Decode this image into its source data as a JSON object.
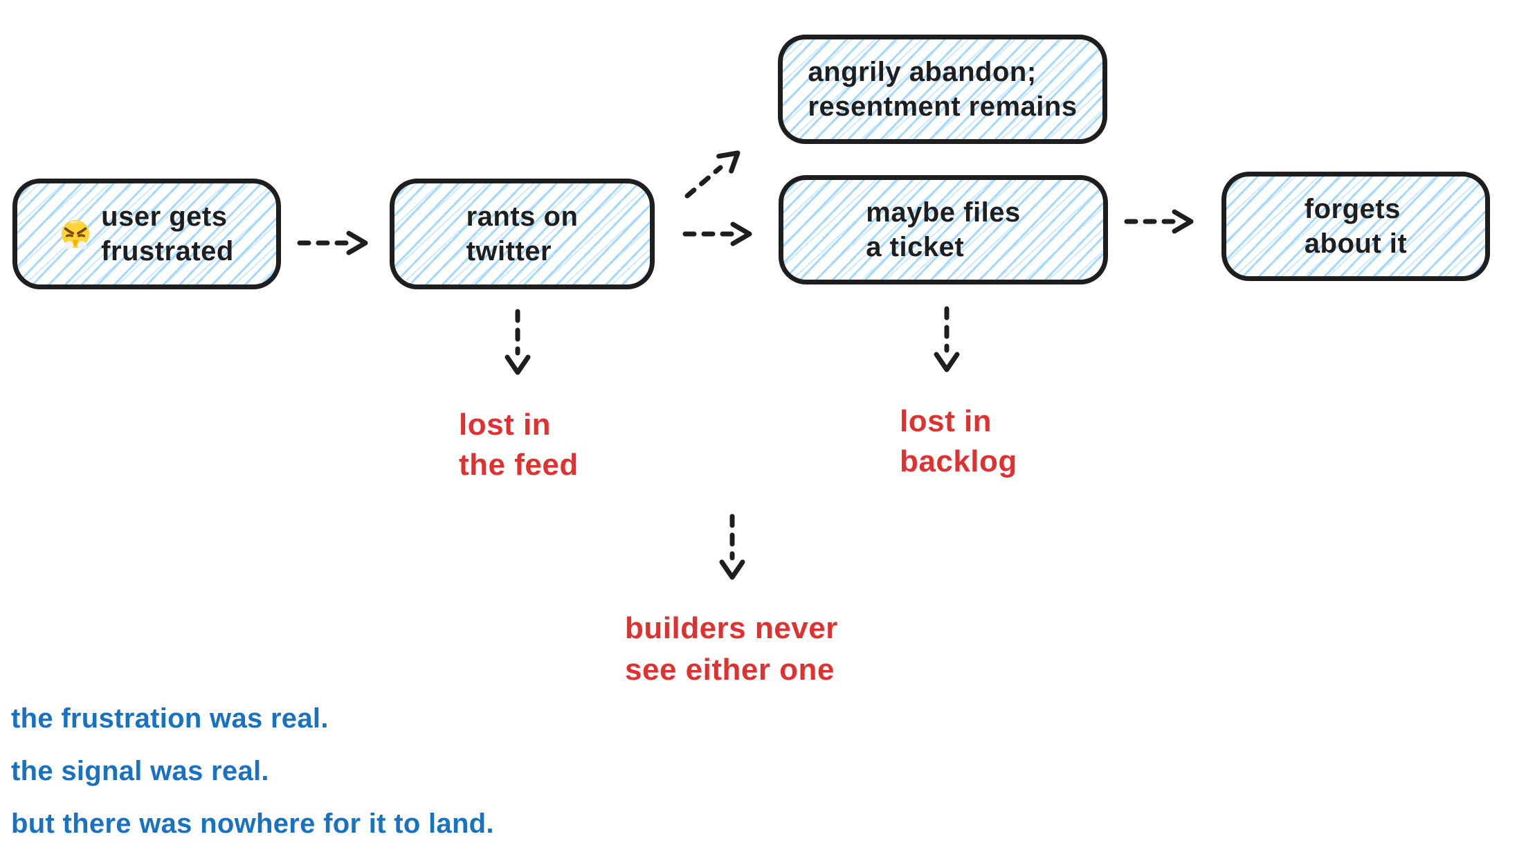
{
  "diagram": {
    "nodes": [
      {
        "name": "user-gets-frustrated",
        "emoji": "😤",
        "line1": "user gets",
        "line2": "frustrated"
      },
      {
        "name": "rants-on-twitter",
        "line1": "rants on",
        "line2": "twitter"
      },
      {
        "name": "angrily-abandon",
        "line1": "angrily abandon;",
        "line2": "resentment remains"
      },
      {
        "name": "maybe-files-ticket",
        "line1": "maybe files",
        "line2": "a ticket"
      },
      {
        "name": "forgets-about-it",
        "line1": "forgets",
        "line2": "about it"
      }
    ],
    "warnings": [
      {
        "line1": "lost in",
        "line2": "the feed"
      },
      {
        "line1": "lost in",
        "line2": "backlog"
      },
      {
        "line1": "builders never",
        "line2": "see either one"
      }
    ],
    "notes": {
      "line1": "the frustration was real.",
      "line2": "the signal was real.",
      "line3": "but there was nowhere for it to land."
    },
    "colors": {
      "stroke": "#1e1e1e",
      "hatch": "#a5d8ff",
      "warning": "#e03131",
      "note": "#1971c2",
      "background": "#ffffff"
    }
  }
}
